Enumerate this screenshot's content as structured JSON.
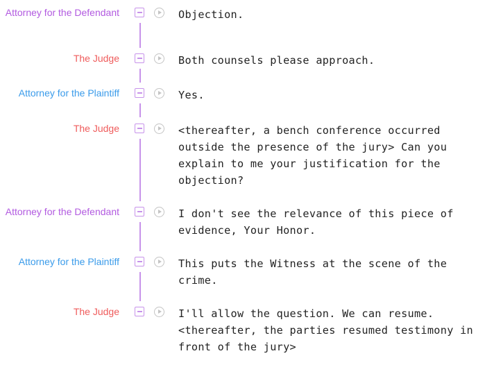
{
  "colors": {
    "defendant": "#b25ae0",
    "judge": "#ef5b5b",
    "plaintiff": "#3a9bea",
    "collapse_accent": "#c792ea",
    "play_icon": "#c4c4c4",
    "text": "#222222"
  },
  "entries": [
    {
      "speaker": "Attorney for the Defendant",
      "role": "defendant",
      "text": "Objection."
    },
    {
      "speaker": "The Judge",
      "role": "judge",
      "text": "Both counsels please approach."
    },
    {
      "speaker": "Attorney for the Plaintiff",
      "role": "plaintiff",
      "text": "Yes."
    },
    {
      "speaker": "The Judge",
      "role": "judge",
      "text": "<thereafter, a bench conference occurred outside the presence of the jury> Can you explain to me your justification for the objection?"
    },
    {
      "speaker": "Attorney for the Defendant",
      "role": "defendant",
      "text": "I don't see the relevance of this piece of evidence, Your Honor."
    },
    {
      "speaker": "Attorney for the Plaintiff",
      "role": "plaintiff",
      "text": "This puts the Witness at the scene of the crime."
    },
    {
      "speaker": "The Judge",
      "role": "judge",
      "text": "I'll allow the question. We can resume. <thereafter, the parties resumed testimony in front of the jury>"
    }
  ]
}
